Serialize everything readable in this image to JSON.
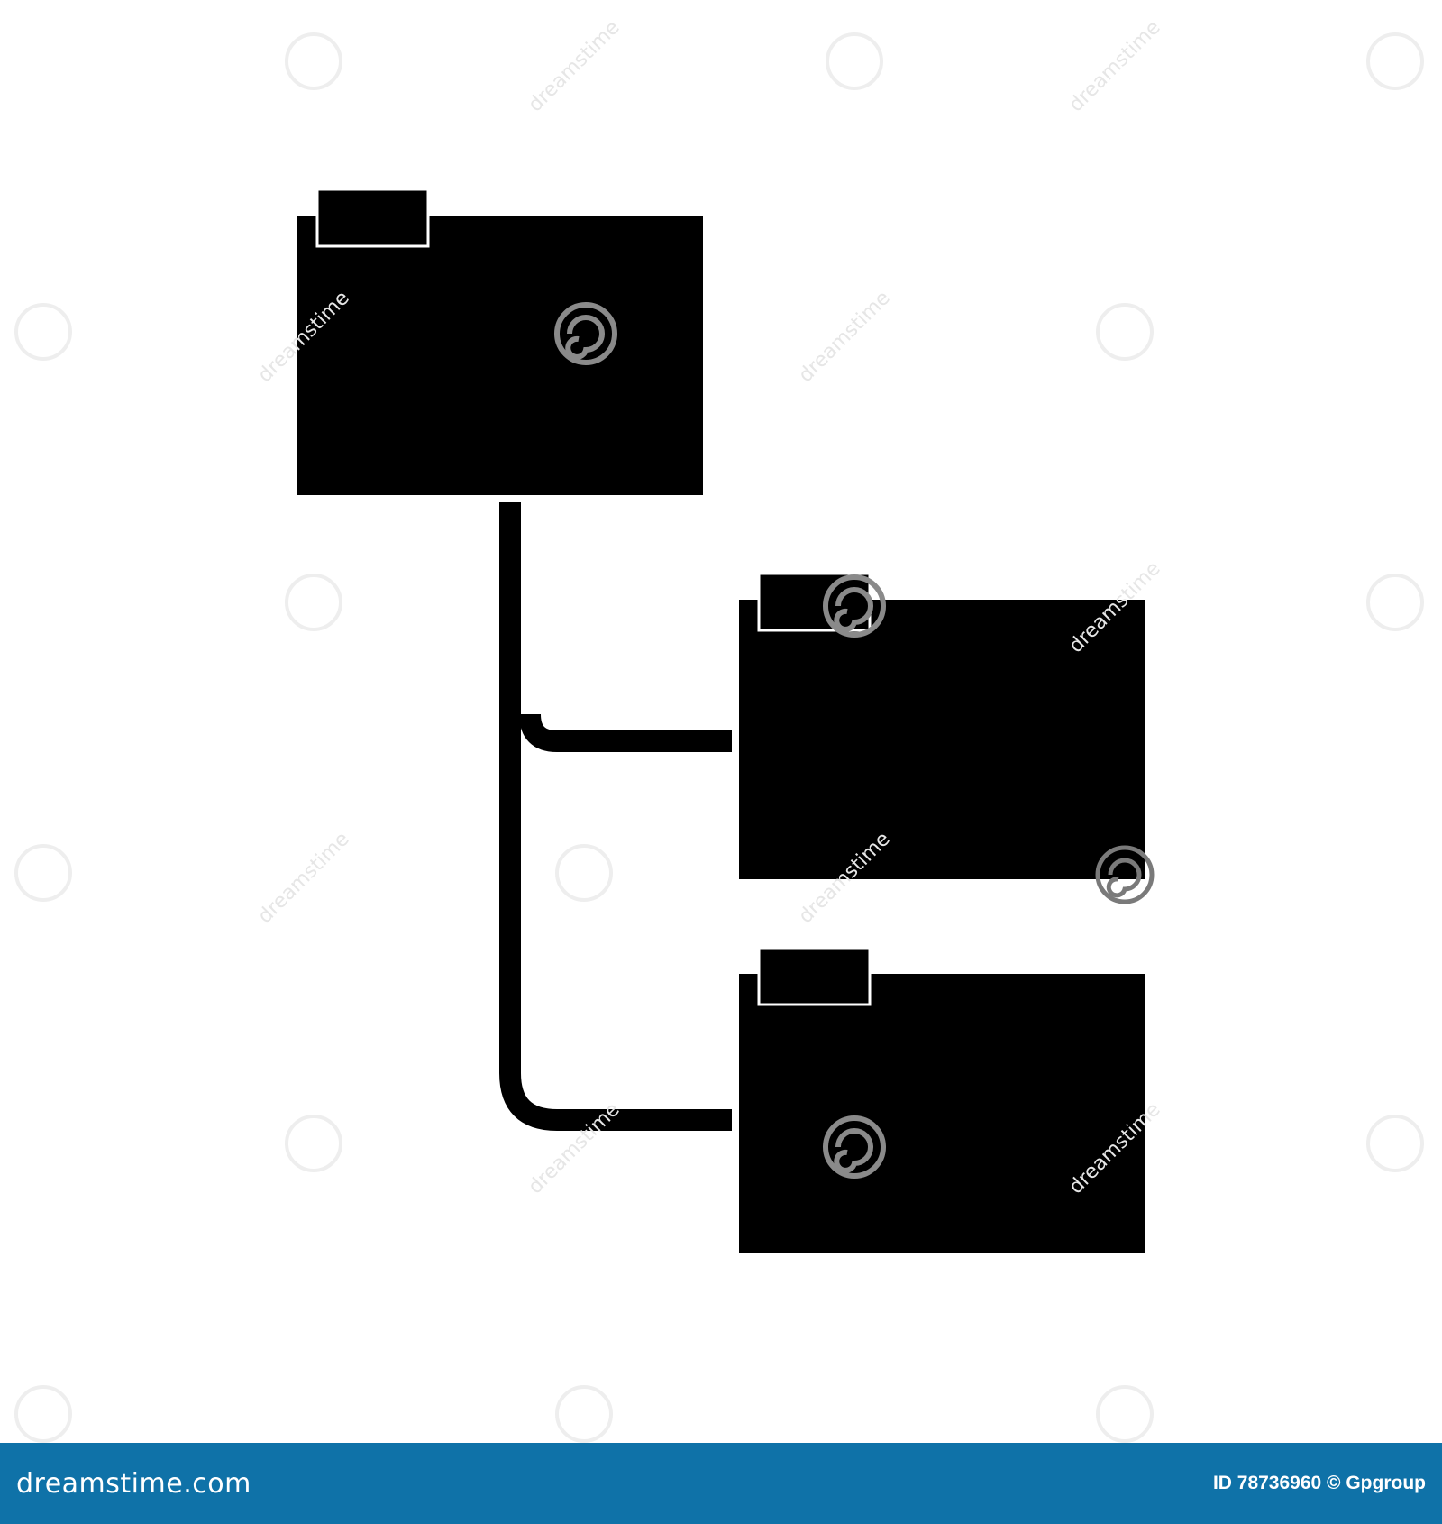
{
  "colors": {
    "background": "#ffffff",
    "shape_fill": "#000000",
    "tab_outline": "#ffffff",
    "watermark_spiral": "#7a7a7a",
    "watermark_text": "#cfcfcf",
    "footer_bg": "#0f72a8",
    "footer_text": "#ffffff"
  },
  "diagram": {
    "nodes": [
      {
        "id": "parent-folder",
        "icon": "folder-icon",
        "role": "parent"
      },
      {
        "id": "child-folder-1",
        "icon": "folder-icon",
        "role": "child"
      },
      {
        "id": "child-folder-2",
        "icon": "folder-icon",
        "role": "child"
      }
    ],
    "edges": [
      {
        "from": "parent-folder",
        "to": "child-folder-1"
      },
      {
        "from": "parent-folder",
        "to": "child-folder-2"
      }
    ]
  },
  "watermark": {
    "text": "dreamstime",
    "icon": "spiral-logo-icon"
  },
  "footer": {
    "brand": "dreamstime.com",
    "id_text": "ID 78736960 © Gpgroup"
  }
}
